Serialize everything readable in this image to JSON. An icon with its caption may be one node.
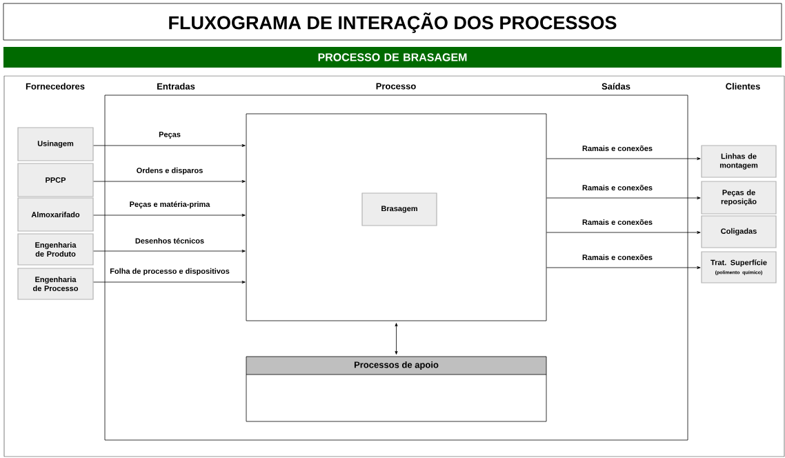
{
  "diagram": {
    "title": "FLUXOGRAMA DE INTERAÇÃO DOS PROCESSOS",
    "nodes": [
      {
        "text": [
          "PROCESSO DE BRASAGEM"
        ]
      },
      {
        "text": [
          "Usinagem"
        ]
      },
      {
        "text": [
          "PPCP"
        ]
      },
      {
        "text": [
          "Almoxarifado"
        ]
      },
      {
        "text": [
          "Engenharia de Produto"
        ]
      },
      {
        "text": [
          "Engenharia de Processo"
        ]
      },
      {
        "text": [],
        "shape": "box"
      },
      {
        "text": [
          "Brasagem"
        ],
        "in": 6
      },
      {
        "text": [
          "Processos de apoio"
        ]
      },
      {
        "text": [
          "Linhas de montagem"
        ]
      },
      {
        "text": [
          "Peças de reposição"
        ]
      },
      {
        "text": [
          "Coligadas"
        ]
      },
      {
        "text": [
          "Trat. Superfície",
          "(polimento químico)"
        ]
      }
    ],
    "edges": [
      {
        "from": 1,
        "to": 6,
        "arrow": "to",
        "label": "Peças"
      },
      {
        "from": 2,
        "to": 6,
        "arrow": "to",
        "label": "Ordens e disparos"
      },
      {
        "from": 3,
        "to": 6,
        "arrow": "to",
        "label": "Peças e matéria-prima"
      },
      {
        "from": 4,
        "to": 6,
        "arrow": "to",
        "label": "Desenhos técnicos"
      },
      {
        "from": 5,
        "to": 6,
        "arrow": "to",
        "label": "Folha de processo e dispositivos"
      },
      {
        "from": 6,
        "to": 9,
        "arrow": "to",
        "label": "Ramais e conexões"
      },
      {
        "from": 6,
        "to": 10,
        "arrow": "to",
        "label": "Ramais e conexões"
      },
      {
        "from": 6,
        "to": 11,
        "arrow": "to",
        "label": "Ramais e conexões"
      },
      {
        "from": 6,
        "to": 12,
        "arrow": "to",
        "label": "Ramais e conexões"
      },
      {
        "from": 6,
        "to": 8,
        "arrow": "both"
      }
    ],
    "labels": [
      "Fornecedores",
      "Entradas",
      "Processo",
      "Saídas",
      "Clientes"
    ]
  }
}
